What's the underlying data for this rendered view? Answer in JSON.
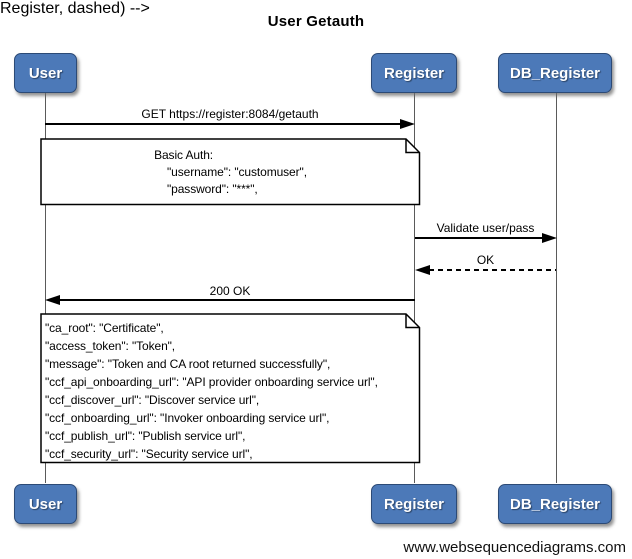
{
  "title": "User Getauth",
  "actors": {
    "user": "User",
    "register": "Register",
    "db_register": "DB_Register"
  },
  "messages": {
    "get_getauth": "GET https://register:8084/getauth",
    "validate": "Validate user/pass",
    "ok": "OK",
    "response_200": "200 OK"
  },
  "notes": {
    "basic_auth": "Basic Auth:\n    \"username\": \"customuser\",\n    \"password\": \"***\",",
    "auth_response": "\"ca_root\": \"Certificate\",\n\"access_token\": \"Token\",\n\"message\": \"Token and CA root returned successfully\",\n\"ccf_api_onboarding_url\": \"API provider onboarding service url\",\n\"ccf_discover_url\": \"Discover service url\",\n\"ccf_onboarding_url\": \"Invoker onboarding service url\",\n\"ccf_publish_url\": \"Publish service url\",\n\"ccf_security_url\": \"Security service url\","
  },
  "watermark": "www.websequencediagrams.com",
  "colors": {
    "actor_fill": "#4c79b8",
    "actor_border": "#2c4a76",
    "line": "#000000",
    "lifeline": "#5a5a5a",
    "note_bg": "#ffffff"
  }
}
